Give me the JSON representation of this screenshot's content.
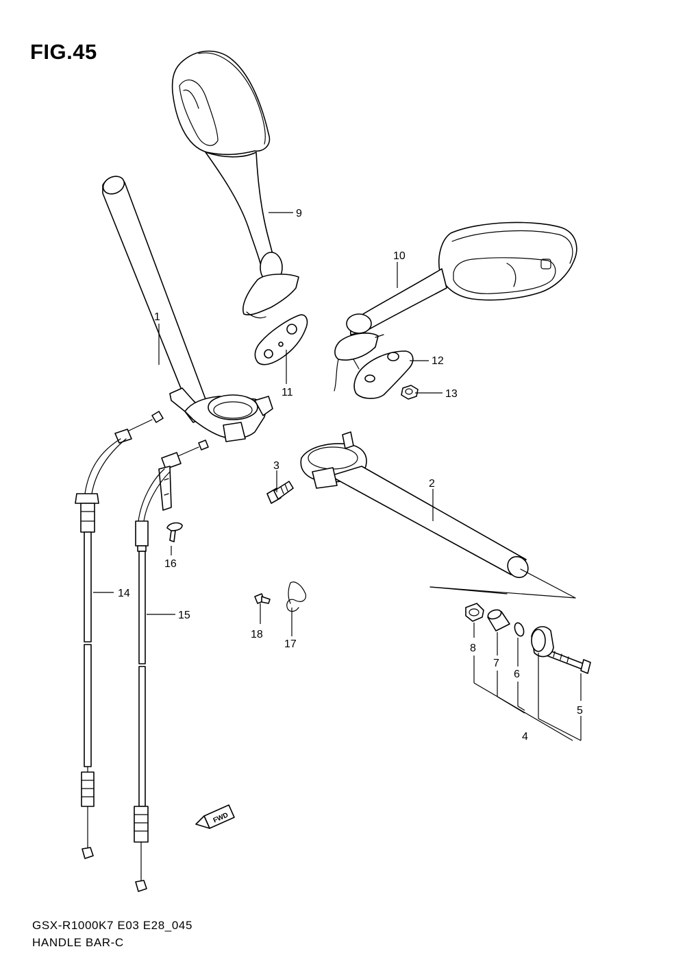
{
  "figure": {
    "title": "FIG.45",
    "model_code": "GSX-R1000K7 E03 E28_045",
    "section_name": "HANDLE BAR-C",
    "fwd_marker": "FWD"
  },
  "callouts": [
    "1",
    "2",
    "3",
    "4",
    "5",
    "6",
    "7",
    "8",
    "9",
    "10",
    "11",
    "12",
    "13",
    "14",
    "15",
    "16",
    "17",
    "18"
  ]
}
